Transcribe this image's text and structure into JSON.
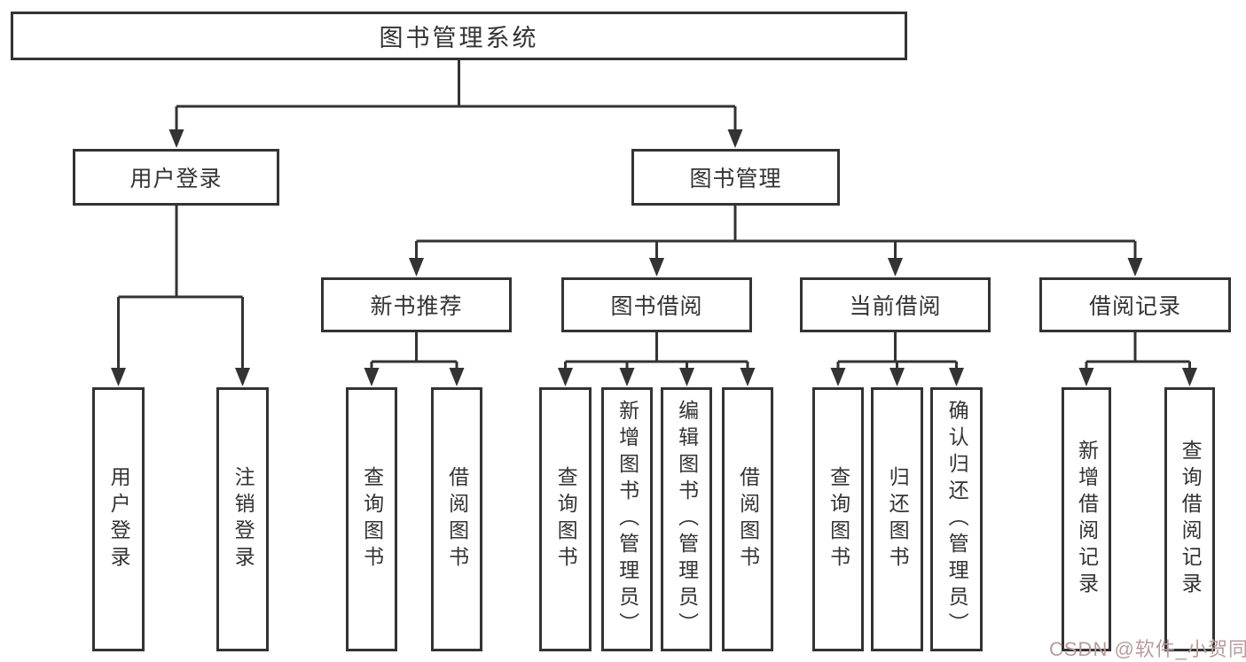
{
  "colors": {
    "background": "#ffffff",
    "border": "#333333",
    "line": "#333333",
    "text": "#333333",
    "watermark": "#b89c9c"
  },
  "tree": {
    "root": {
      "label": "图书管理系统",
      "children": [
        {
          "label": "用户登录",
          "children": [
            {
              "label": "用户登录"
            },
            {
              "label": "注销登录"
            }
          ]
        },
        {
          "label": "图书管理",
          "children": [
            {
              "label": "新书推荐",
              "children": [
                {
                  "label": "查询图书"
                },
                {
                  "label": "借阅图书"
                }
              ]
            },
            {
              "label": "图书借阅",
              "children": [
                {
                  "label": "查询图书"
                },
                {
                  "label": "新增图书（管理员）"
                },
                {
                  "label": "编辑图书（管理员）"
                },
                {
                  "label": "借阅图书"
                }
              ]
            },
            {
              "label": "当前借阅",
              "children": [
                {
                  "label": "查询图书"
                },
                {
                  "label": "归还图书"
                },
                {
                  "label": "确认归还（管理员）"
                }
              ]
            },
            {
              "label": "借阅记录",
              "children": [
                {
                  "label": "新增借阅记录"
                },
                {
                  "label": "查询借阅记录"
                }
              ]
            }
          ]
        }
      ]
    }
  },
  "watermark": {
    "text": "CSDN @软件_小贺同学"
  }
}
